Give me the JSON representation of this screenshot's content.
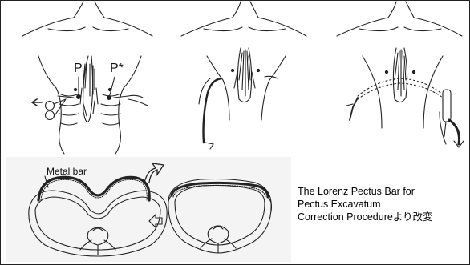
{
  "labels": {
    "point_left": "P",
    "point_right": "P*",
    "metal_bar": "Metal bar"
  },
  "caption": {
    "line1": "The Lorenz Pectus Bar for",
    "line2": "Pectus Excavatum",
    "line3": "Correction Procedureより改変"
  },
  "colors": {
    "ink": "#222222",
    "photo_background": "#f4f4f4"
  }
}
